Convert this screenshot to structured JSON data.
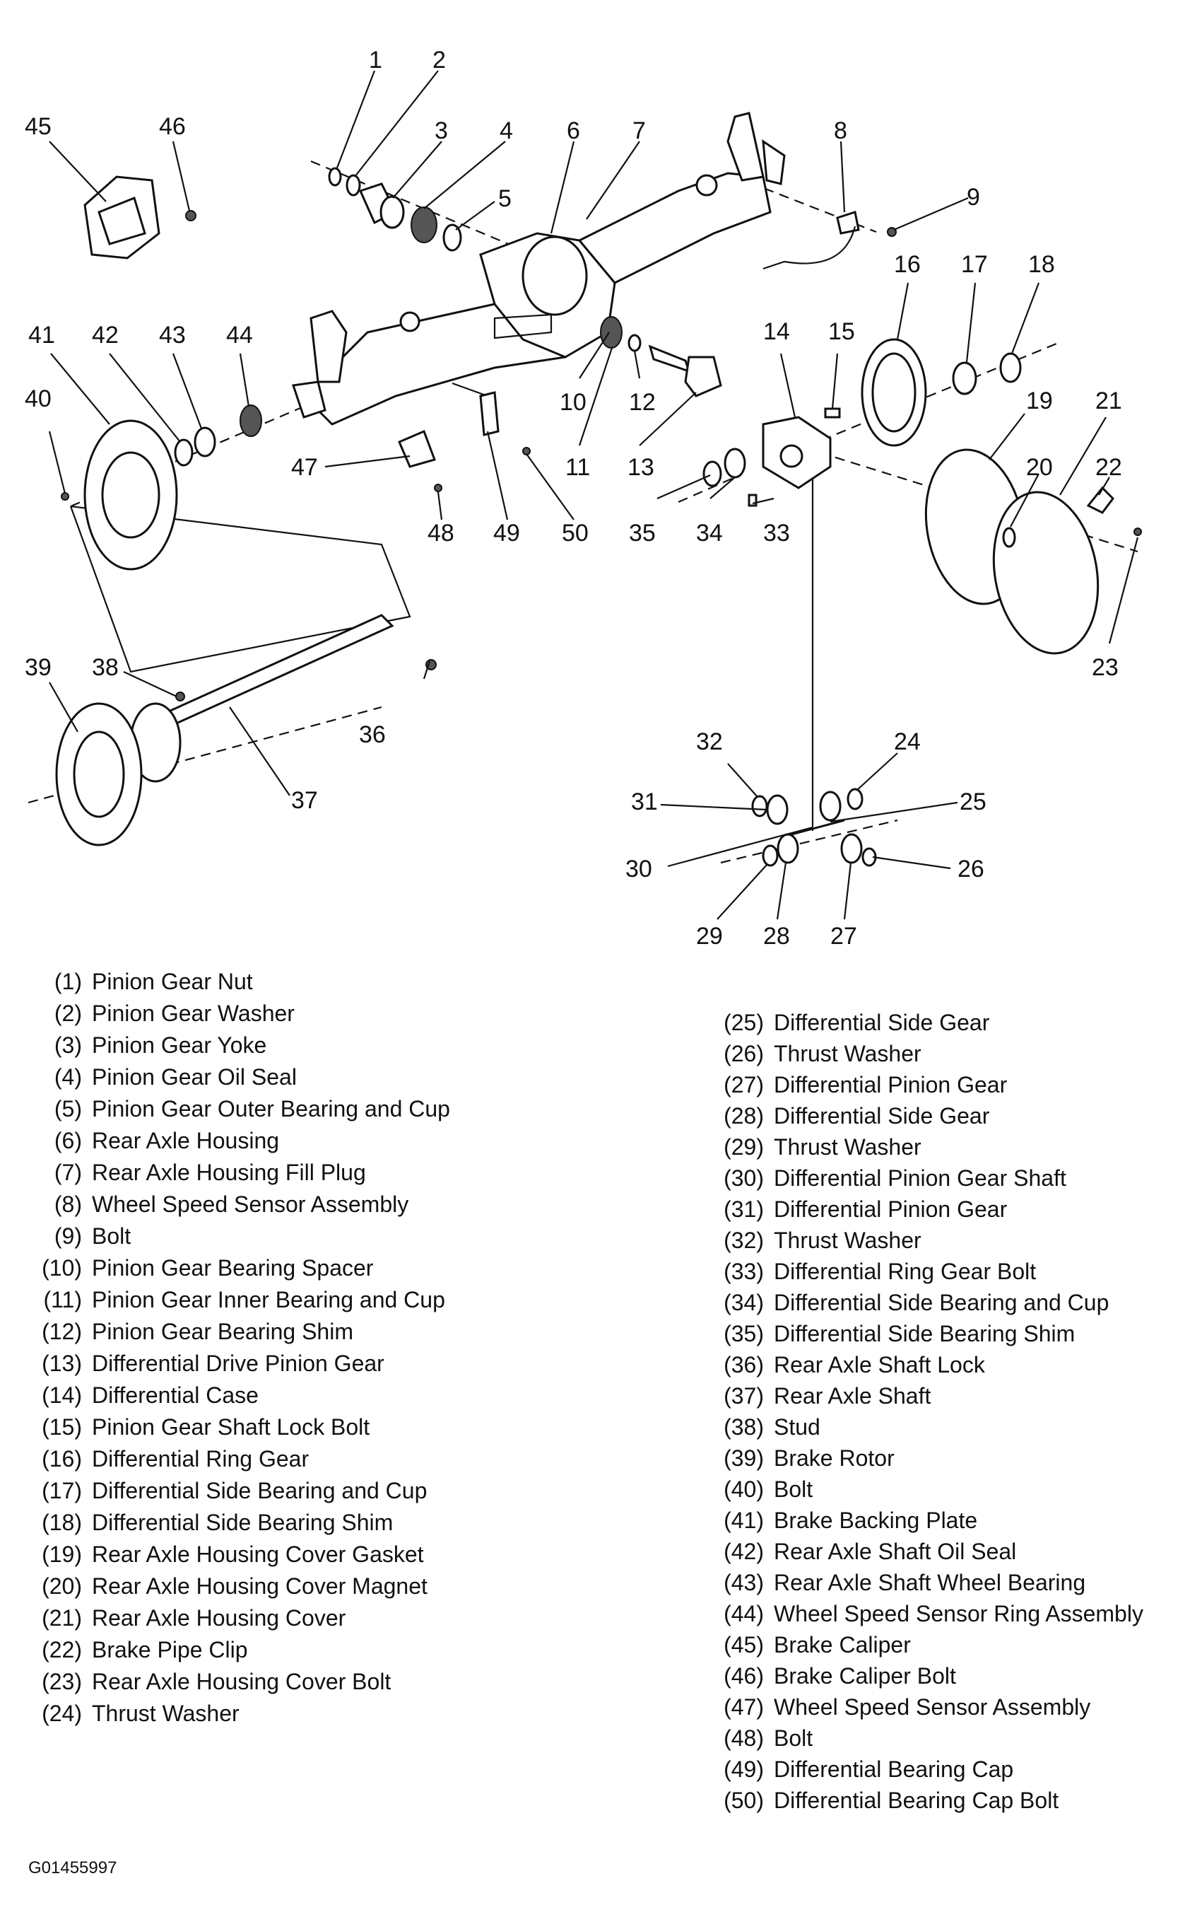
{
  "figure_id": "G01455997",
  "callouts": [
    "1",
    "2",
    "3",
    "4",
    "5",
    "6",
    "7",
    "8",
    "9",
    "10",
    "11",
    "12",
    "13",
    "14",
    "15",
    "16",
    "17",
    "18",
    "19",
    "20",
    "21",
    "22",
    "23",
    "24",
    "25",
    "26",
    "27",
    "28",
    "29",
    "30",
    "31",
    "32",
    "33",
    "34",
    "35",
    "36",
    "37",
    "38",
    "39",
    "40",
    "41",
    "42",
    "43",
    "44",
    "45",
    "46",
    "47",
    "48",
    "49",
    "50"
  ],
  "legend_left": [
    {
      "num": "(1)",
      "label": "Pinion Gear Nut"
    },
    {
      "num": "(2)",
      "label": "Pinion Gear Washer"
    },
    {
      "num": "(3)",
      "label": "Pinion Gear Yoke"
    },
    {
      "num": "(4)",
      "label": "Pinion Gear Oil Seal"
    },
    {
      "num": "(5)",
      "label": "Pinion Gear Outer Bearing and Cup"
    },
    {
      "num": "(6)",
      "label": "Rear Axle Housing"
    },
    {
      "num": "(7)",
      "label": "Rear Axle Housing Fill Plug"
    },
    {
      "num": "(8)",
      "label": "Wheel Speed Sensor Assembly"
    },
    {
      "num": "(9)",
      "label": "Bolt"
    },
    {
      "num": "(10)",
      "label": "Pinion Gear Bearing Spacer"
    },
    {
      "num": "(11)",
      "label": "Pinion Gear Inner Bearing and Cup"
    },
    {
      "num": "(12)",
      "label": "Pinion Gear Bearing Shim"
    },
    {
      "num": "(13)",
      "label": "Differential Drive Pinion Gear"
    },
    {
      "num": "(14)",
      "label": "Differential Case"
    },
    {
      "num": "(15)",
      "label": "Pinion Gear Shaft Lock Bolt"
    },
    {
      "num": "(16)",
      "label": "Differential Ring Gear"
    },
    {
      "num": "(17)",
      "label": "Differential Side Bearing and Cup"
    },
    {
      "num": "(18)",
      "label": "Differential Side Bearing Shim"
    },
    {
      "num": "(19)",
      "label": "Rear Axle Housing Cover Gasket"
    },
    {
      "num": "(20)",
      "label": "Rear Axle Housing Cover Magnet"
    },
    {
      "num": "(21)",
      "label": "Rear Axle Housing Cover"
    },
    {
      "num": "(22)",
      "label": "Brake Pipe Clip"
    },
    {
      "num": "(23)",
      "label": "Rear Axle Housing Cover Bolt"
    },
    {
      "num": "(24)",
      "label": "Thrust Washer"
    }
  ],
  "legend_right": [
    {
      "num": "(25)",
      "label": "Differential Side Gear"
    },
    {
      "num": "(26)",
      "label": "Thrust Washer"
    },
    {
      "num": "(27)",
      "label": "Differential Pinion Gear"
    },
    {
      "num": "(28)",
      "label": "Differential Side Gear"
    },
    {
      "num": "(29)",
      "label": "Thrust Washer"
    },
    {
      "num": "(30)",
      "label": "Differential Pinion Gear Shaft"
    },
    {
      "num": "(31)",
      "label": "Differential Pinion Gear"
    },
    {
      "num": "(32)",
      "label": "Thrust Washer"
    },
    {
      "num": "(33)",
      "label": "Differential Ring Gear Bolt"
    },
    {
      "num": "(34)",
      "label": "Differential Side Bearing and Cup"
    },
    {
      "num": "(35)",
      "label": "Differential Side Bearing Shim"
    },
    {
      "num": "(36)",
      "label": "Rear Axle Shaft Lock"
    },
    {
      "num": "(37)",
      "label": "Rear Axle Shaft"
    },
    {
      "num": "(38)",
      "label": "Stud"
    },
    {
      "num": "(39)",
      "label": "Brake Rotor"
    },
    {
      "num": "(40)",
      "label": "Bolt"
    },
    {
      "num": "(41)",
      "label": "Brake Backing Plate"
    },
    {
      "num": "(42)",
      "label": "Rear Axle Shaft Oil Seal"
    },
    {
      "num": "(43)",
      "label": "Rear Axle Shaft Wheel Bearing"
    },
    {
      "num": "(44)",
      "label": "Wheel Speed Sensor Ring Assembly"
    },
    {
      "num": "(45)",
      "label": "Brake Caliper"
    },
    {
      "num": "(46)",
      "label": "Brake Caliper Bolt"
    },
    {
      "num": "(47)",
      "label": "Wheel Speed Sensor Assembly"
    },
    {
      "num": "(48)",
      "label": "Bolt"
    },
    {
      "num": "(49)",
      "label": "Differential Bearing Cap"
    },
    {
      "num": "(50)",
      "label": "Differential Bearing Cap Bolt"
    }
  ]
}
